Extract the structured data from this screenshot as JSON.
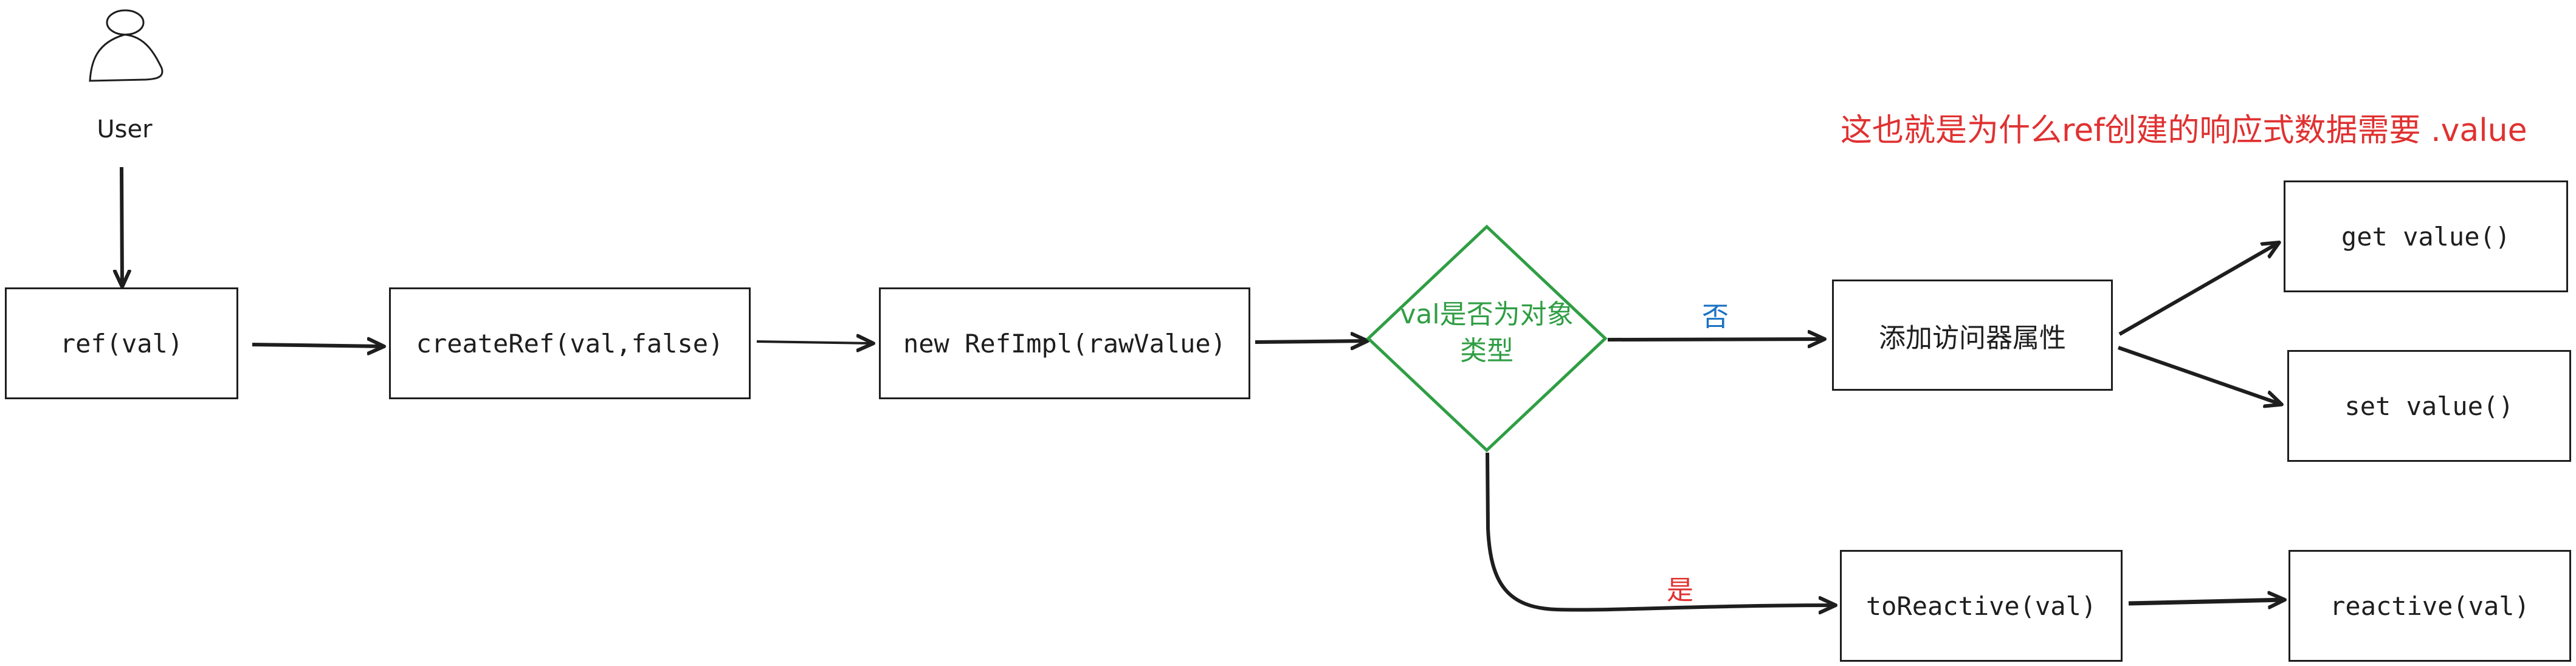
{
  "actor": {
    "label": "User",
    "icon": "user-icon"
  },
  "nodes": {
    "ref": "ref(val)",
    "create_ref": "createRef(val,false)",
    "ref_impl": "new RefImpl(rawValue)",
    "decision": "val是否为对象类型",
    "add_accessor": "添加访问器属性",
    "get_value": "get value()",
    "set_value": "set value()",
    "to_reactive": "toReactive(val)",
    "reactive": "reactive(val)"
  },
  "edge_labels": {
    "no": "否",
    "yes": "是"
  },
  "annotation": "这也就是为什么ref创建的响应式数据需要 .value",
  "colors": {
    "stroke": "#1e1e1e",
    "decision": "#2f9e44",
    "no_label": "#1971c2",
    "yes_label": "#e03131",
    "annotation": "#e03131"
  }
}
